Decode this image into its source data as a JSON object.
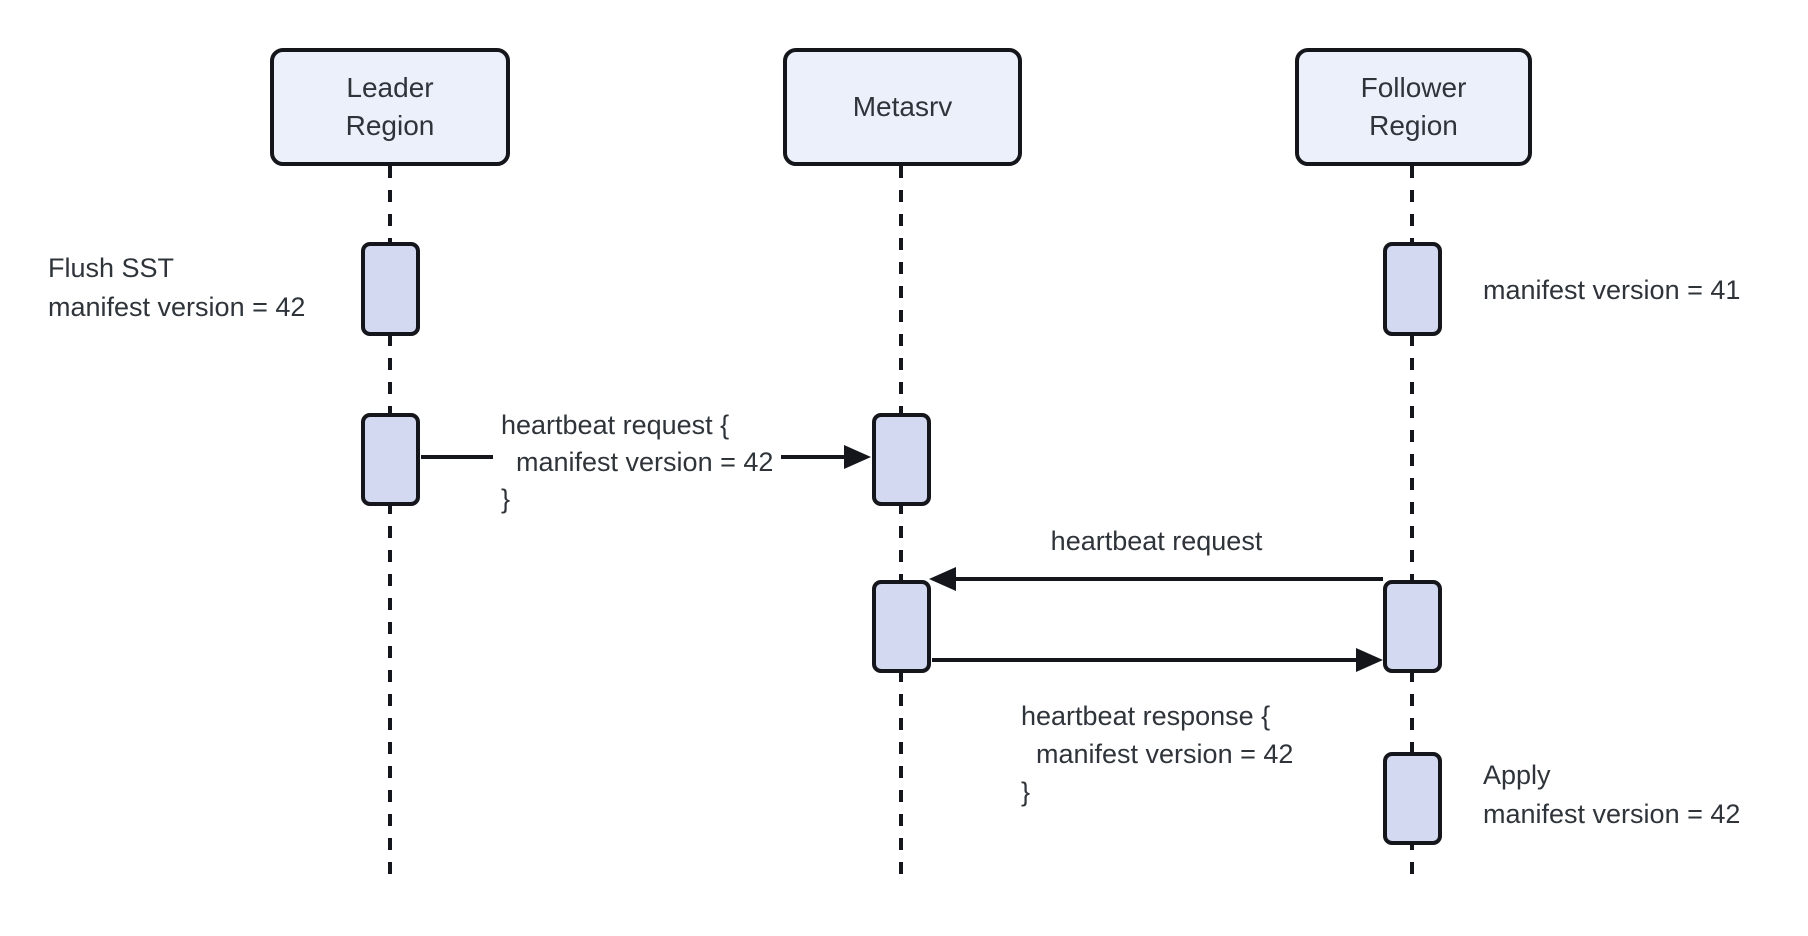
{
  "diagram_type": "sequence-diagram",
  "colors": {
    "participant_fill": "#ecf0fa",
    "activation_fill": "#d4d9f2",
    "stroke": "#14161b",
    "text": "#2e343a",
    "background": "#ffffff"
  },
  "participants": [
    {
      "id": "leader-region",
      "lines": [
        "Leader",
        "Region"
      ]
    },
    {
      "id": "metasrv",
      "lines": [
        "Metasrv"
      ]
    },
    {
      "id": "follower-region",
      "lines": [
        "Follower",
        "Region"
      ]
    }
  ],
  "activations": [
    {
      "participant": "leader-region",
      "note": "flush-sst"
    },
    {
      "participant": "leader-region",
      "message": "leader-heartbeat-request"
    },
    {
      "participant": "metasrv",
      "message": "leader-heartbeat-request"
    },
    {
      "participant": "metasrv",
      "message": "follower-heartbeat-exchange"
    },
    {
      "participant": "follower-region",
      "note": "manifest-version-41"
    },
    {
      "participant": "follower-region",
      "message": "follower-heartbeat-exchange"
    },
    {
      "participant": "follower-region",
      "note": "apply-manifest"
    }
  ],
  "messages": [
    {
      "id": "leader-heartbeat-request",
      "from": "leader-region",
      "to": "metasrv",
      "direction": "right",
      "lines": [
        "heartbeat request {",
        "  manifest version = 42",
        "}"
      ]
    },
    {
      "id": "follower-heartbeat-request",
      "from": "follower-region",
      "to": "metasrv",
      "direction": "left",
      "label": "heartbeat request"
    },
    {
      "id": "metasrv-heartbeat-response",
      "from": "metasrv",
      "to": "follower-region",
      "direction": "right",
      "lines": [
        "heartbeat response {",
        "  manifest version = 42",
        "}"
      ]
    }
  ],
  "notes": [
    {
      "id": "flush-sst",
      "anchor": "leader-region",
      "side": "left",
      "lines": [
        "Flush SST",
        "manifest version = 42"
      ]
    },
    {
      "id": "manifest-version-41",
      "anchor": "follower-region",
      "side": "right",
      "lines": [
        "manifest version = 41"
      ]
    },
    {
      "id": "apply-manifest",
      "anchor": "follower-region",
      "side": "right",
      "lines": [
        "Apply",
        "manifest version = 42"
      ]
    }
  ]
}
